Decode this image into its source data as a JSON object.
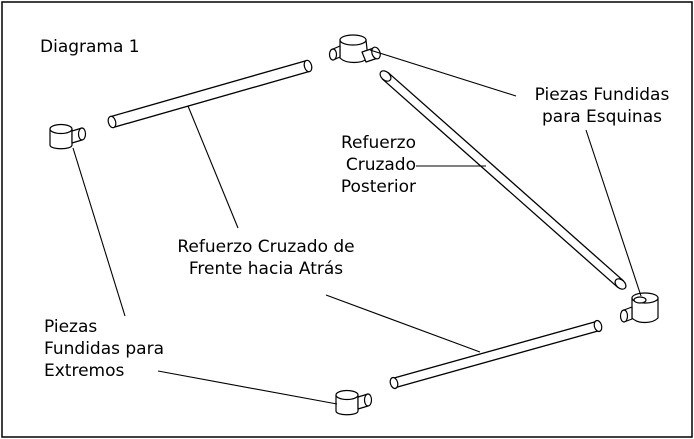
{
  "title": "Diagrama 1",
  "labels": {
    "corner_castings_l1": "Piezas Fundidas",
    "corner_castings_l2": "para Esquinas",
    "rear_brace_l1": "Refuerzo",
    "rear_brace_l2": "Cruzado",
    "rear_brace_l3": "Posterior",
    "front_back_brace_l1": "Refuerzo Cruzado de",
    "front_back_brace_l2": "Frente hacia Atrás",
    "end_castings_l1": "Piezas",
    "end_castings_l2": "Fundidas para",
    "end_castings_l3": "Extremos"
  },
  "colors": {
    "line": "#000000",
    "background": "#ffffff",
    "frame": "#000000"
  }
}
